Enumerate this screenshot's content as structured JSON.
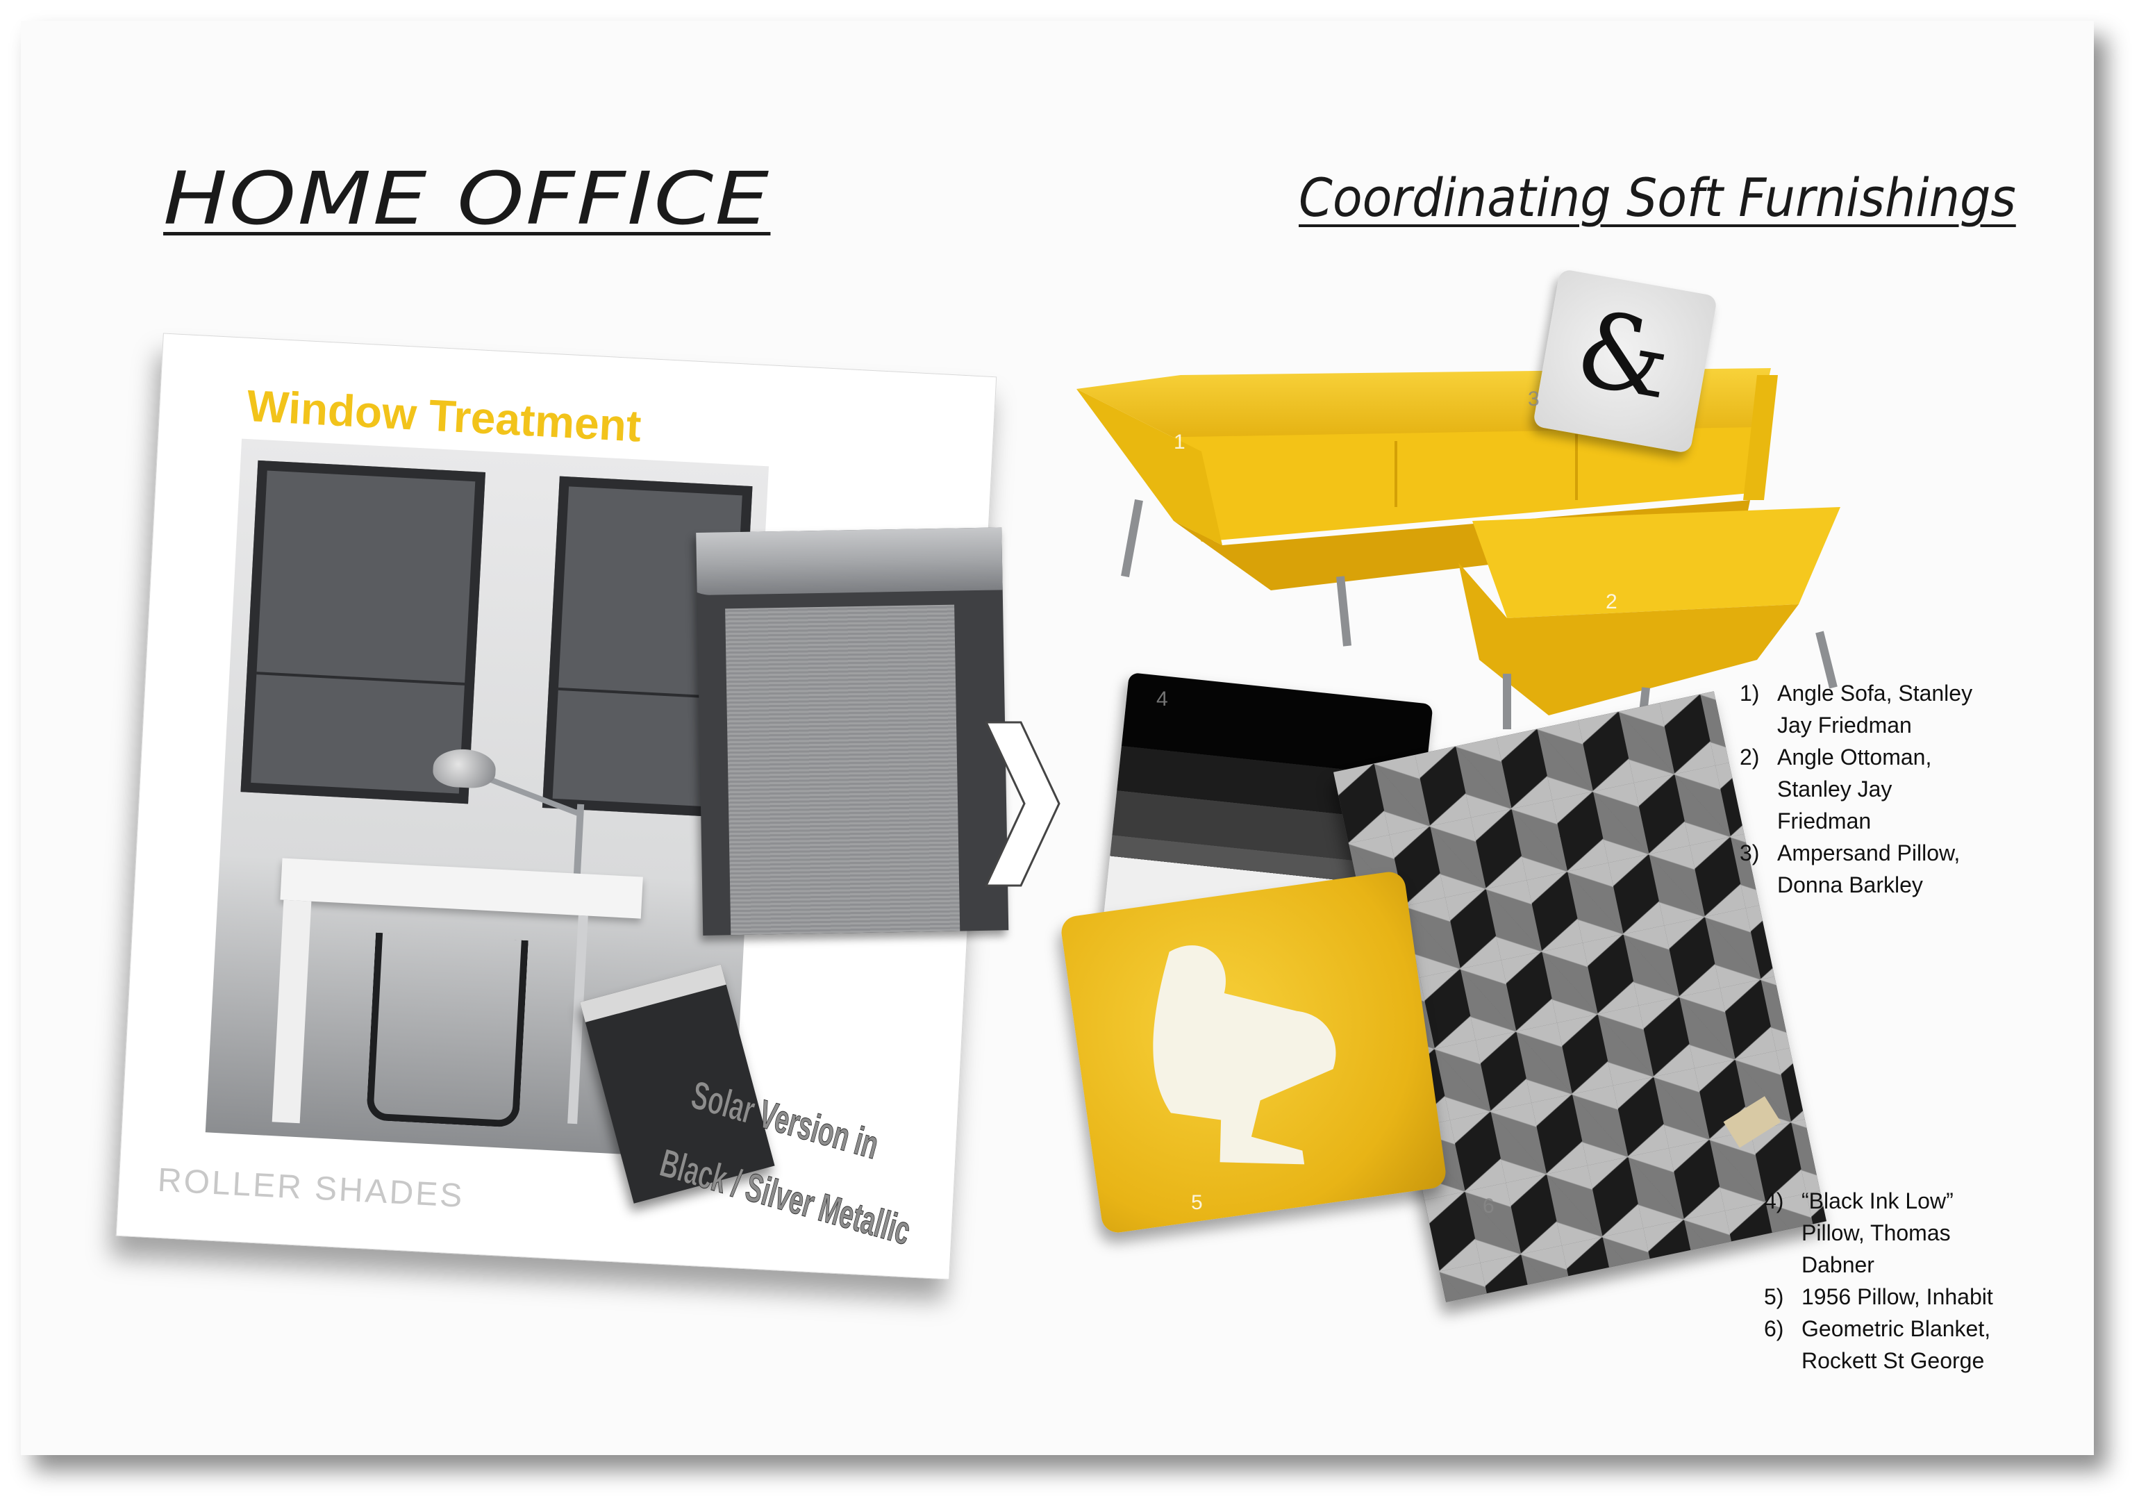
{
  "titles": {
    "left": "HOME OFFICE",
    "right": "Coordinating Soft Furnishings"
  },
  "window_card": {
    "title": "Window Treatment",
    "footer": "ROLLER SHADES",
    "swatch_note_line1": "Solar Version in",
    "swatch_note_line2": "Black / Silver Metallic"
  },
  "image_numbers": [
    "1",
    "2",
    "3",
    "4",
    "5",
    "6"
  ],
  "list_top": [
    {
      "num": "1)",
      "text": "Angle Sofa, Stanley\nJay Friedman"
    },
    {
      "num": "2)",
      "text": "Angle Ottoman,\nStanley Jay\nFriedman"
    },
    {
      "num": "3)",
      "text": "Ampersand Pillow,\nDonna Barkley"
    }
  ],
  "list_bottom": [
    {
      "num": "4)",
      "text": "“Black Ink Low”\nPillow, Thomas\nDabner"
    },
    {
      "num": "5)",
      "text": "1956 Pillow, Inhabit"
    },
    {
      "num": "6)",
      "text": "Geometric Blanket,\nRockett St George"
    }
  ],
  "pillow3_glyph": "&",
  "colors": {
    "accent_yellow": "#f2c31a",
    "sofa_yellow": "#f4c514",
    "text_dark": "#1a1a1a"
  }
}
